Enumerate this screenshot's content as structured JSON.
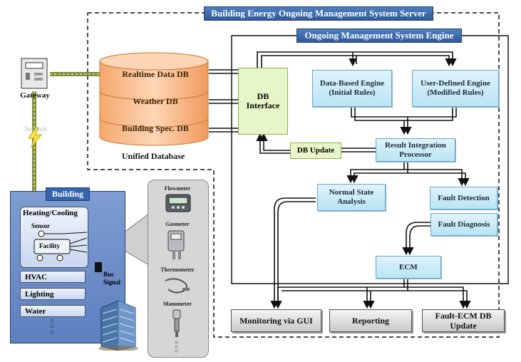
{
  "server": {
    "title": "Building Energy Ongoing Management System Server"
  },
  "engine": {
    "title": "Ongoing Management System Engine"
  },
  "gateway": {
    "label": "Gateway"
  },
  "network": {
    "label": "Network"
  },
  "database": {
    "layers": [
      "Realtime Data DB",
      "Weather DB",
      "Building Spec. DB"
    ],
    "caption": "Unified Database"
  },
  "nodes": {
    "db_interface": [
      "DB",
      "Interface"
    ],
    "data_engine": [
      "Data-Based Engine",
      "(Initial Rules)"
    ],
    "user_engine": [
      "User-Defined Engine",
      "(Modified Rules)"
    ],
    "db_update": "DB Update",
    "result_integration": [
      "Result Integration",
      "Processor"
    ],
    "normal_state": [
      "Normal State",
      "Analysis"
    ],
    "fault_detection": "Fault Detection",
    "fault_diagnosis": "Fault Diagnosis",
    "ecm": "ECM"
  },
  "outputs": {
    "monitoring": "Monitoring via GUI",
    "reporting": "Reporting",
    "fault_ecm": [
      "Fault-ECM DB",
      "Update"
    ]
  },
  "building": {
    "title": "Building",
    "heating": "Heating/Cooling",
    "sensor": "Sensor",
    "facility": "Facility",
    "rows": [
      "HVAC",
      "Lighting",
      "Water"
    ],
    "bus": [
      "Bus",
      "Signal"
    ]
  },
  "devices": [
    "Flowmeter",
    "Gasmeter",
    "Thermometer",
    "Manometer"
  ],
  "icons": {
    "gateway": "gateway-device-icon",
    "network": "lightning-bolt-icon",
    "building": "office-tower-icon",
    "flowmeter": "flowmeter-icon",
    "gasmeter": "gasmeter-icon",
    "thermometer": "thermometer-icon",
    "manometer": "manometer-icon"
  },
  "colors": {
    "banner": "#3a68ab",
    "db_orange": "#f5b98a",
    "process_blue": "#c8ebf7",
    "output_gray": "#d6d6d6",
    "db_update_green": "#e7f6c9",
    "building_panel": "#6f8fc8"
  }
}
